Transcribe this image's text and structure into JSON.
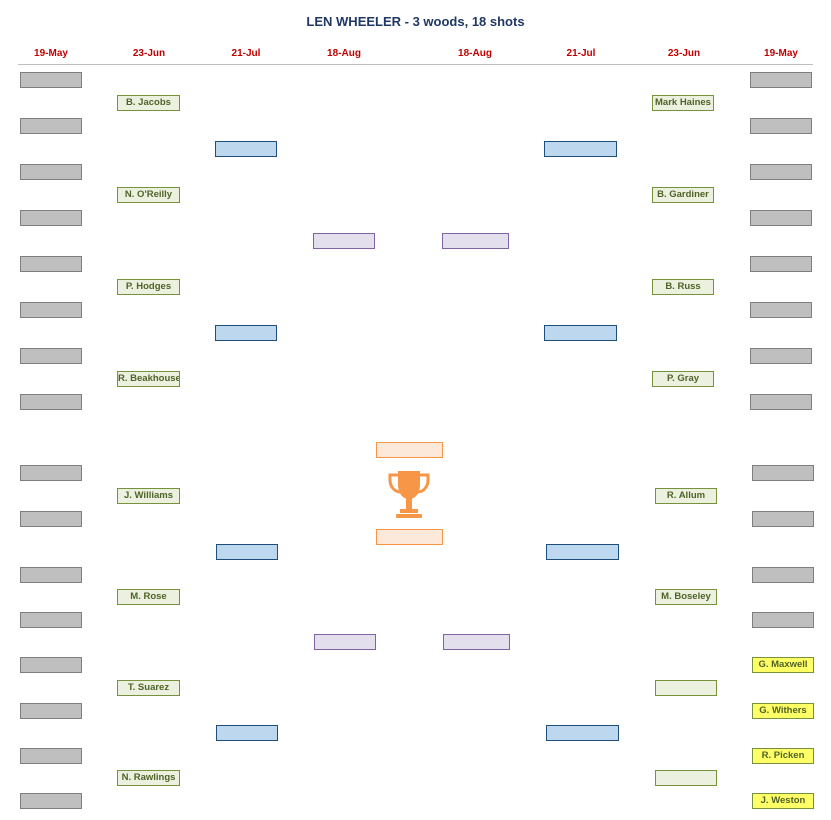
{
  "title": "LEN WHEELER - 3 woods, 18 shots",
  "rounds": [
    "19-May",
    "23-Jun",
    "21-Jul",
    "18-Aug",
    "18-Aug",
    "21-Jul",
    "23-Jun",
    "19-May"
  ],
  "left": {
    "round2": [
      "B. Jacobs",
      "N. O'Reilly",
      "P. Hodges",
      "R. Beakhouse",
      "J. Williams",
      "M. Rose",
      "T. Suarez",
      "N. Rawlings"
    ]
  },
  "right": {
    "round2": [
      "Mark Haines",
      "B. Gardiner",
      "B. Russ",
      "P. Gray",
      "R. Allum",
      "M. Boseley",
      "",
      ""
    ],
    "round1": [
      "",
      "",
      "",
      "",
      "",
      "",
      "",
      "",
      "",
      "",
      "",
      "",
      "G. Maxwell",
      "G. Withers",
      "R. Picken",
      "J. Weston"
    ]
  },
  "colors": {
    "title": "#1f3864",
    "dates": "#c00000",
    "trophy": "#f79646"
  },
  "icons": {
    "trophy": "trophy-icon"
  }
}
